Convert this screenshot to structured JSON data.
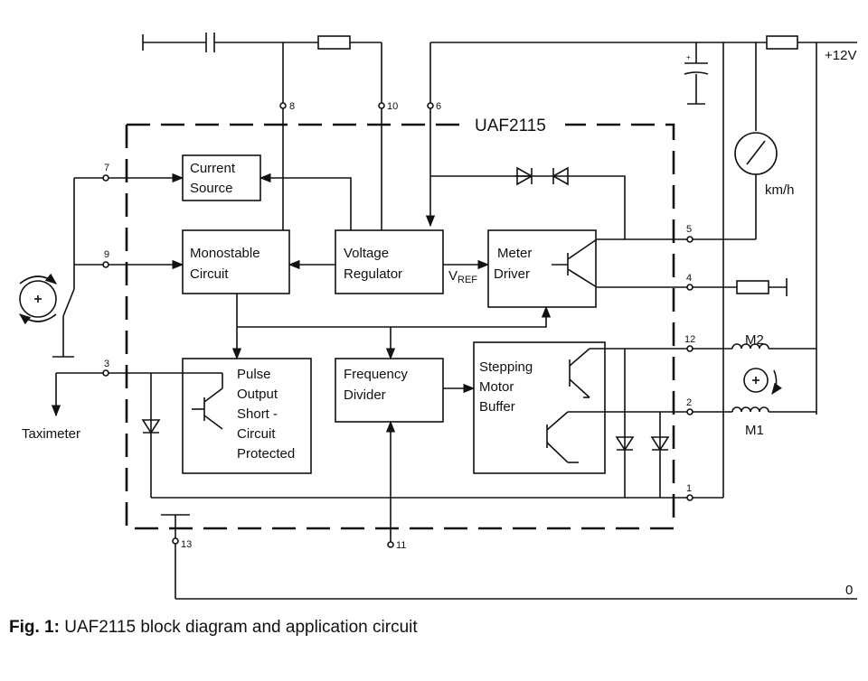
{
  "chip_label": "UAF2115",
  "blocks": {
    "current_source": [
      "Current",
      "Source"
    ],
    "monostable": [
      "Monostable",
      "Circuit"
    ],
    "voltage_regulator": [
      "Voltage",
      "Regulator"
    ],
    "meter_driver": [
      "Meter",
      "Driver"
    ],
    "pulse_output": [
      "Pulse",
      "Output",
      "Short -",
      "Circuit",
      "Protected"
    ],
    "frequency_divider": [
      "Frequency",
      "Divider"
    ],
    "stepping_motor": [
      "Stepping",
      "Motor",
      "Buffer"
    ]
  },
  "pins": {
    "p1": "1",
    "p2": "2",
    "p3": "3",
    "p4": "4",
    "p5": "5",
    "p6": "6",
    "p7": "7",
    "p8": "8",
    "p9": "9",
    "p10": "10",
    "p11": "11",
    "p12": "12",
    "p13": "13"
  },
  "labels": {
    "vref_main": "V",
    "vref_sub": "REF",
    "supply": "+12V",
    "ground": "0",
    "meter": "km/h",
    "m1": "M1",
    "m2": "M2",
    "taximeter": "Taximeter"
  },
  "caption": {
    "prefix": "Fig. 1:",
    "text": " UAF2115 block diagram and application circuit"
  }
}
